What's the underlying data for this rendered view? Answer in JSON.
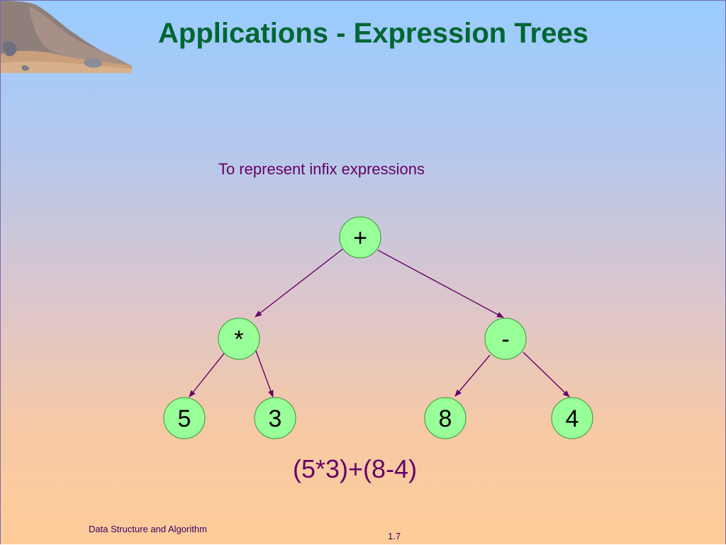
{
  "slide": {
    "title": "Applications - Expression Trees",
    "subtitle": "To represent infix expressions",
    "expression": "(5*3)+(8-4)",
    "footer_left": "Data Structure and Algorithm",
    "footer_right": "1.7"
  },
  "colors": {
    "title": "#006633",
    "text": "#660066",
    "node_fill": "#99ff99",
    "edge": "#660066",
    "background_top": "#99ccff",
    "background_bottom": "#ffcc99"
  },
  "tree": {
    "nodes": [
      {
        "id": "root",
        "label": "+"
      },
      {
        "id": "mul",
        "label": "*"
      },
      {
        "id": "sub",
        "label": "-"
      },
      {
        "id": "n5",
        "label": "5"
      },
      {
        "id": "n3",
        "label": "3"
      },
      {
        "id": "n8",
        "label": "8"
      },
      {
        "id": "n4",
        "label": "4"
      }
    ],
    "edges": [
      {
        "from": "root",
        "to": "mul"
      },
      {
        "from": "root",
        "to": "sub"
      },
      {
        "from": "mul",
        "to": "n5"
      },
      {
        "from": "mul",
        "to": "n3"
      },
      {
        "from": "sub",
        "to": "n8"
      },
      {
        "from": "sub",
        "to": "n4"
      }
    ]
  }
}
